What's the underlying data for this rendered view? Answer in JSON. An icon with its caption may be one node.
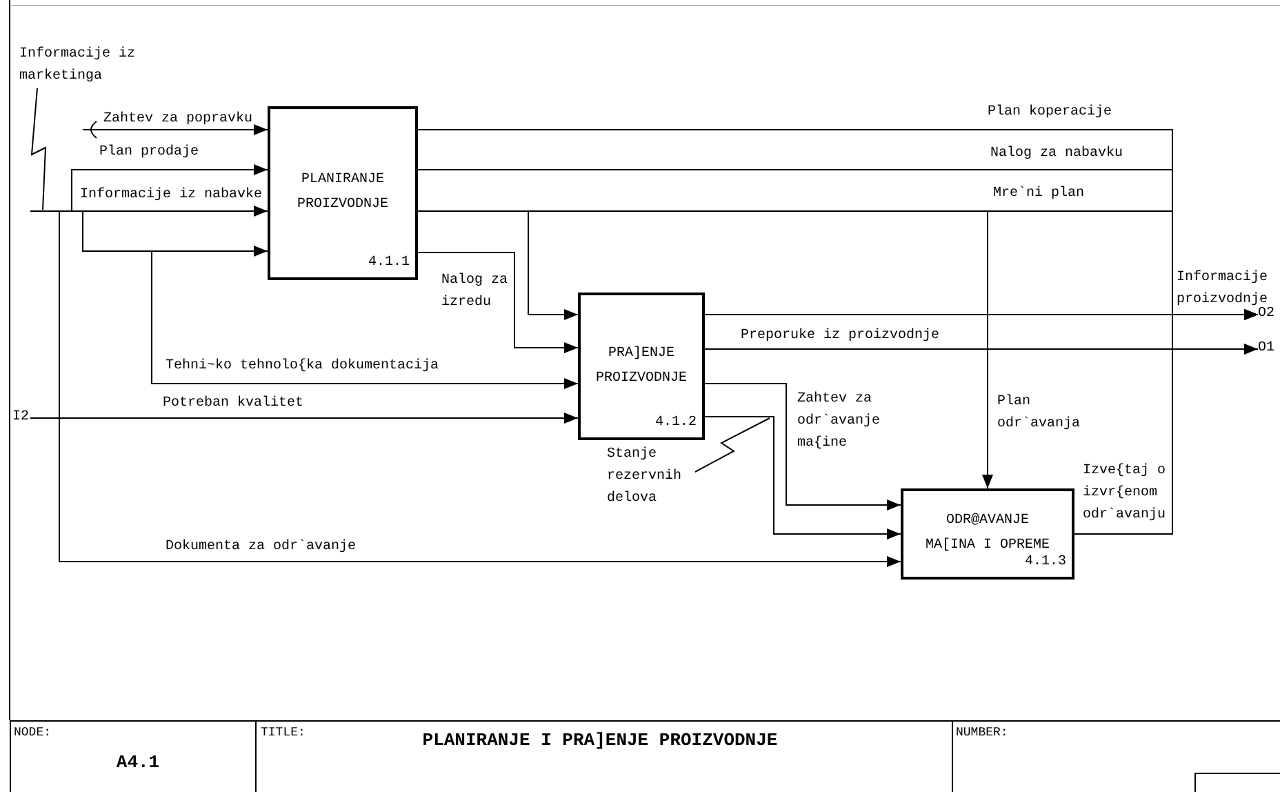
{
  "diagram": {
    "title": "PLANIRANJE I PRA]ENJE PROIZVODNJE",
    "nodes": [
      {
        "text": [
          "PLANIRANJE PROIZVODNJE",
          "4.1.1"
        ]
      },
      {
        "text": [
          "PRA]ENJE PROIZVODNJE",
          "4.1.2"
        ]
      },
      {
        "text": [
          "ODR@AVANJE MA[INA I OPREME",
          "4.1.3"
        ]
      },
      {
        "text": [
          "Informacije iz marketinga"
        ]
      },
      {
        "text": [
          "Stanje rezervnih delova"
        ]
      },
      {
        "text": [
          "I2"
        ]
      },
      {
        "text": [
          "O2"
        ]
      },
      {
        "text": [
          "O1"
        ]
      }
    ],
    "edges": [
      {
        "from": null,
        "to": 0,
        "arrow": "to",
        "label": "Zahtev za popravku"
      },
      {
        "from": null,
        "to": 0,
        "arrow": "to",
        "label": "Plan prodaje"
      },
      {
        "from": null,
        "to": 0,
        "arrow": "to",
        "label": "Informacije iz nabavke"
      },
      {
        "from": null,
        "to": 0,
        "arrow": "to"
      },
      {
        "from": null,
        "to": 1,
        "arrow": "to",
        "label": "Tehni~ko tehnolo{ka dokumentacija"
      },
      {
        "from": 5,
        "to": 1,
        "arrow": "to",
        "label": "Potreban kvalitet"
      },
      {
        "from": null,
        "to": 2,
        "arrow": "to",
        "label": "Dokumenta za odr`avanje"
      },
      {
        "from": 0,
        "to": 1,
        "arrow": "to",
        "label": "Nalog za izredu"
      },
      {
        "from": 0,
        "to": 1,
        "arrow": "to"
      },
      {
        "from": 0,
        "to": 6,
        "arrow": "to",
        "label": "Plan koperacije"
      },
      {
        "from": 0,
        "to": 6,
        "arrow": "to",
        "label": "Nalog za nabavku"
      },
      {
        "from": 0,
        "to": 6,
        "arrow": "to",
        "label": "Mre`ni plan"
      },
      {
        "from": 0,
        "to": 2,
        "arrow": "to",
        "label": "Plan odr`avanja"
      },
      {
        "from": 1,
        "to": 6,
        "arrow": "to",
        "label": "Informacije proizvodnje"
      },
      {
        "from": 1,
        "to": 7,
        "arrow": "to",
        "label": "Preporuke iz proizvodnje"
      },
      {
        "from": 1,
        "to": 2,
        "arrow": "to",
        "label": "Zahtev za odr`avanje ma{ine"
      },
      {
        "from": 1,
        "to": 2,
        "arrow": "to"
      },
      {
        "from": 2,
        "to": 6,
        "arrow": "to",
        "label": "Izve{taj o izvr{enom odr`avanju"
      },
      {
        "from": 3,
        "to": null,
        "arrow": "none"
      },
      {
        "from": 4,
        "to": null,
        "arrow": "none"
      }
    ],
    "labels": [
      "NODE:",
      "A4.1",
      "TITLE:",
      "NUMBER:"
    ]
  }
}
